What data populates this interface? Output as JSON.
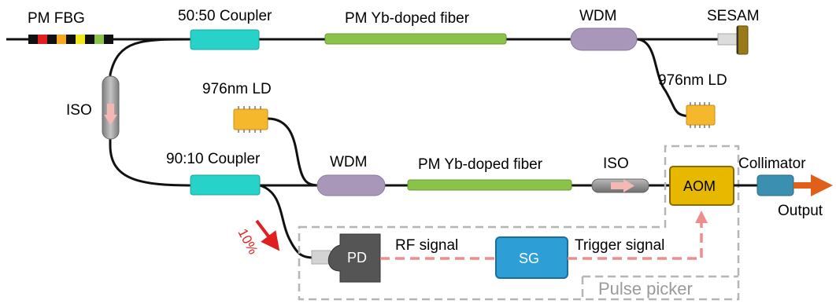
{
  "labels": {
    "pm_fbg": "PM FBG",
    "coupler_5050": "50:50 Coupler",
    "pm_yb_top": "PM Yb-doped fiber",
    "wdm_top": "WDM",
    "sesam": "SESAM",
    "ld_right": "976nm LD",
    "iso_left": "ISO",
    "ld_mid": "976nm LD",
    "coupler_9010": "90:10 Coupler",
    "wdm_bottom": "WDM",
    "pm_yb_bottom": "PM Yb-doped fiber",
    "iso_bottom": "ISO",
    "collimator": "Collimator",
    "aom": "AOM",
    "output": "Output",
    "ten_percent": "10%",
    "pd": "PD",
    "rf_signal": "RF signal",
    "sg": "SG",
    "trigger_signal": "Trigger signal",
    "pulse_picker": "Pulse picker"
  },
  "colors": {
    "fiber": "#111111",
    "coupler": "#27d3c9",
    "yb_fiber": "#8bc34a",
    "wdm": "#a897b8",
    "ld": "#f5b72c",
    "aom": "#e6b800",
    "sg": "#2e9fd6",
    "collimator": "#3b8fb0",
    "output_arrow": "#e0601a",
    "signal_dash": "#f08c8c",
    "pulse_picker_box": "#b5b5b5",
    "arrow_10pct": "#e02020",
    "sesam": "#9a7a16"
  },
  "fbg_stripes": [
    "#111111",
    "#e02020",
    "#111111",
    "#f5a623",
    "#111111",
    "#f0e81a",
    "#111111",
    "#8bc34a",
    "#111111"
  ]
}
